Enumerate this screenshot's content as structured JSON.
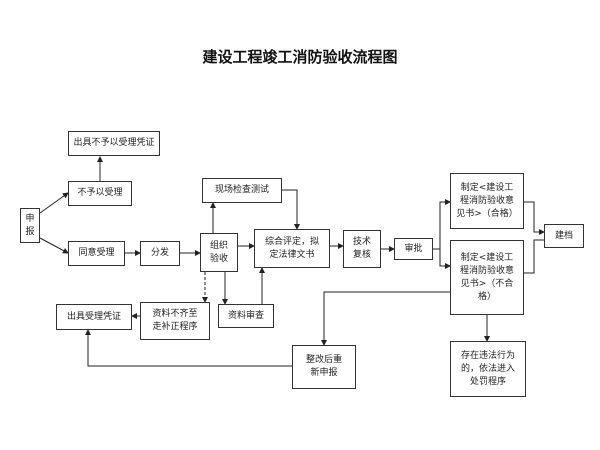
{
  "title": "建设工程竣工消防验收流程图",
  "nodes": {
    "apply": "申\n报",
    "no_accept_cert": "出具不予以受理凭证",
    "no_accept": "不予以受理",
    "accept": "同意受理",
    "dispatch": "分发",
    "organize": "组织\n验收",
    "onsite_test": "现场检查测试",
    "evaluate": "综合评定，拟\n定法律文书",
    "tech_review": "技术\n复核",
    "approve": "审批",
    "pass_doc": "制定<建设工\n程消防验收意\n见书>（合格）",
    "fail_doc": "制定<建设工\n程消防验收意\n见书>（不合\n格）",
    "archive": "建档",
    "accept_cert": "出具受理凭证",
    "incomplete": "资料不齐至\n走补正程序",
    "doc_review": "资料审查",
    "rectify": "整改后重\n新申报",
    "illegal": "存在违法行为\n的，依法进入\n处罚程序"
  }
}
